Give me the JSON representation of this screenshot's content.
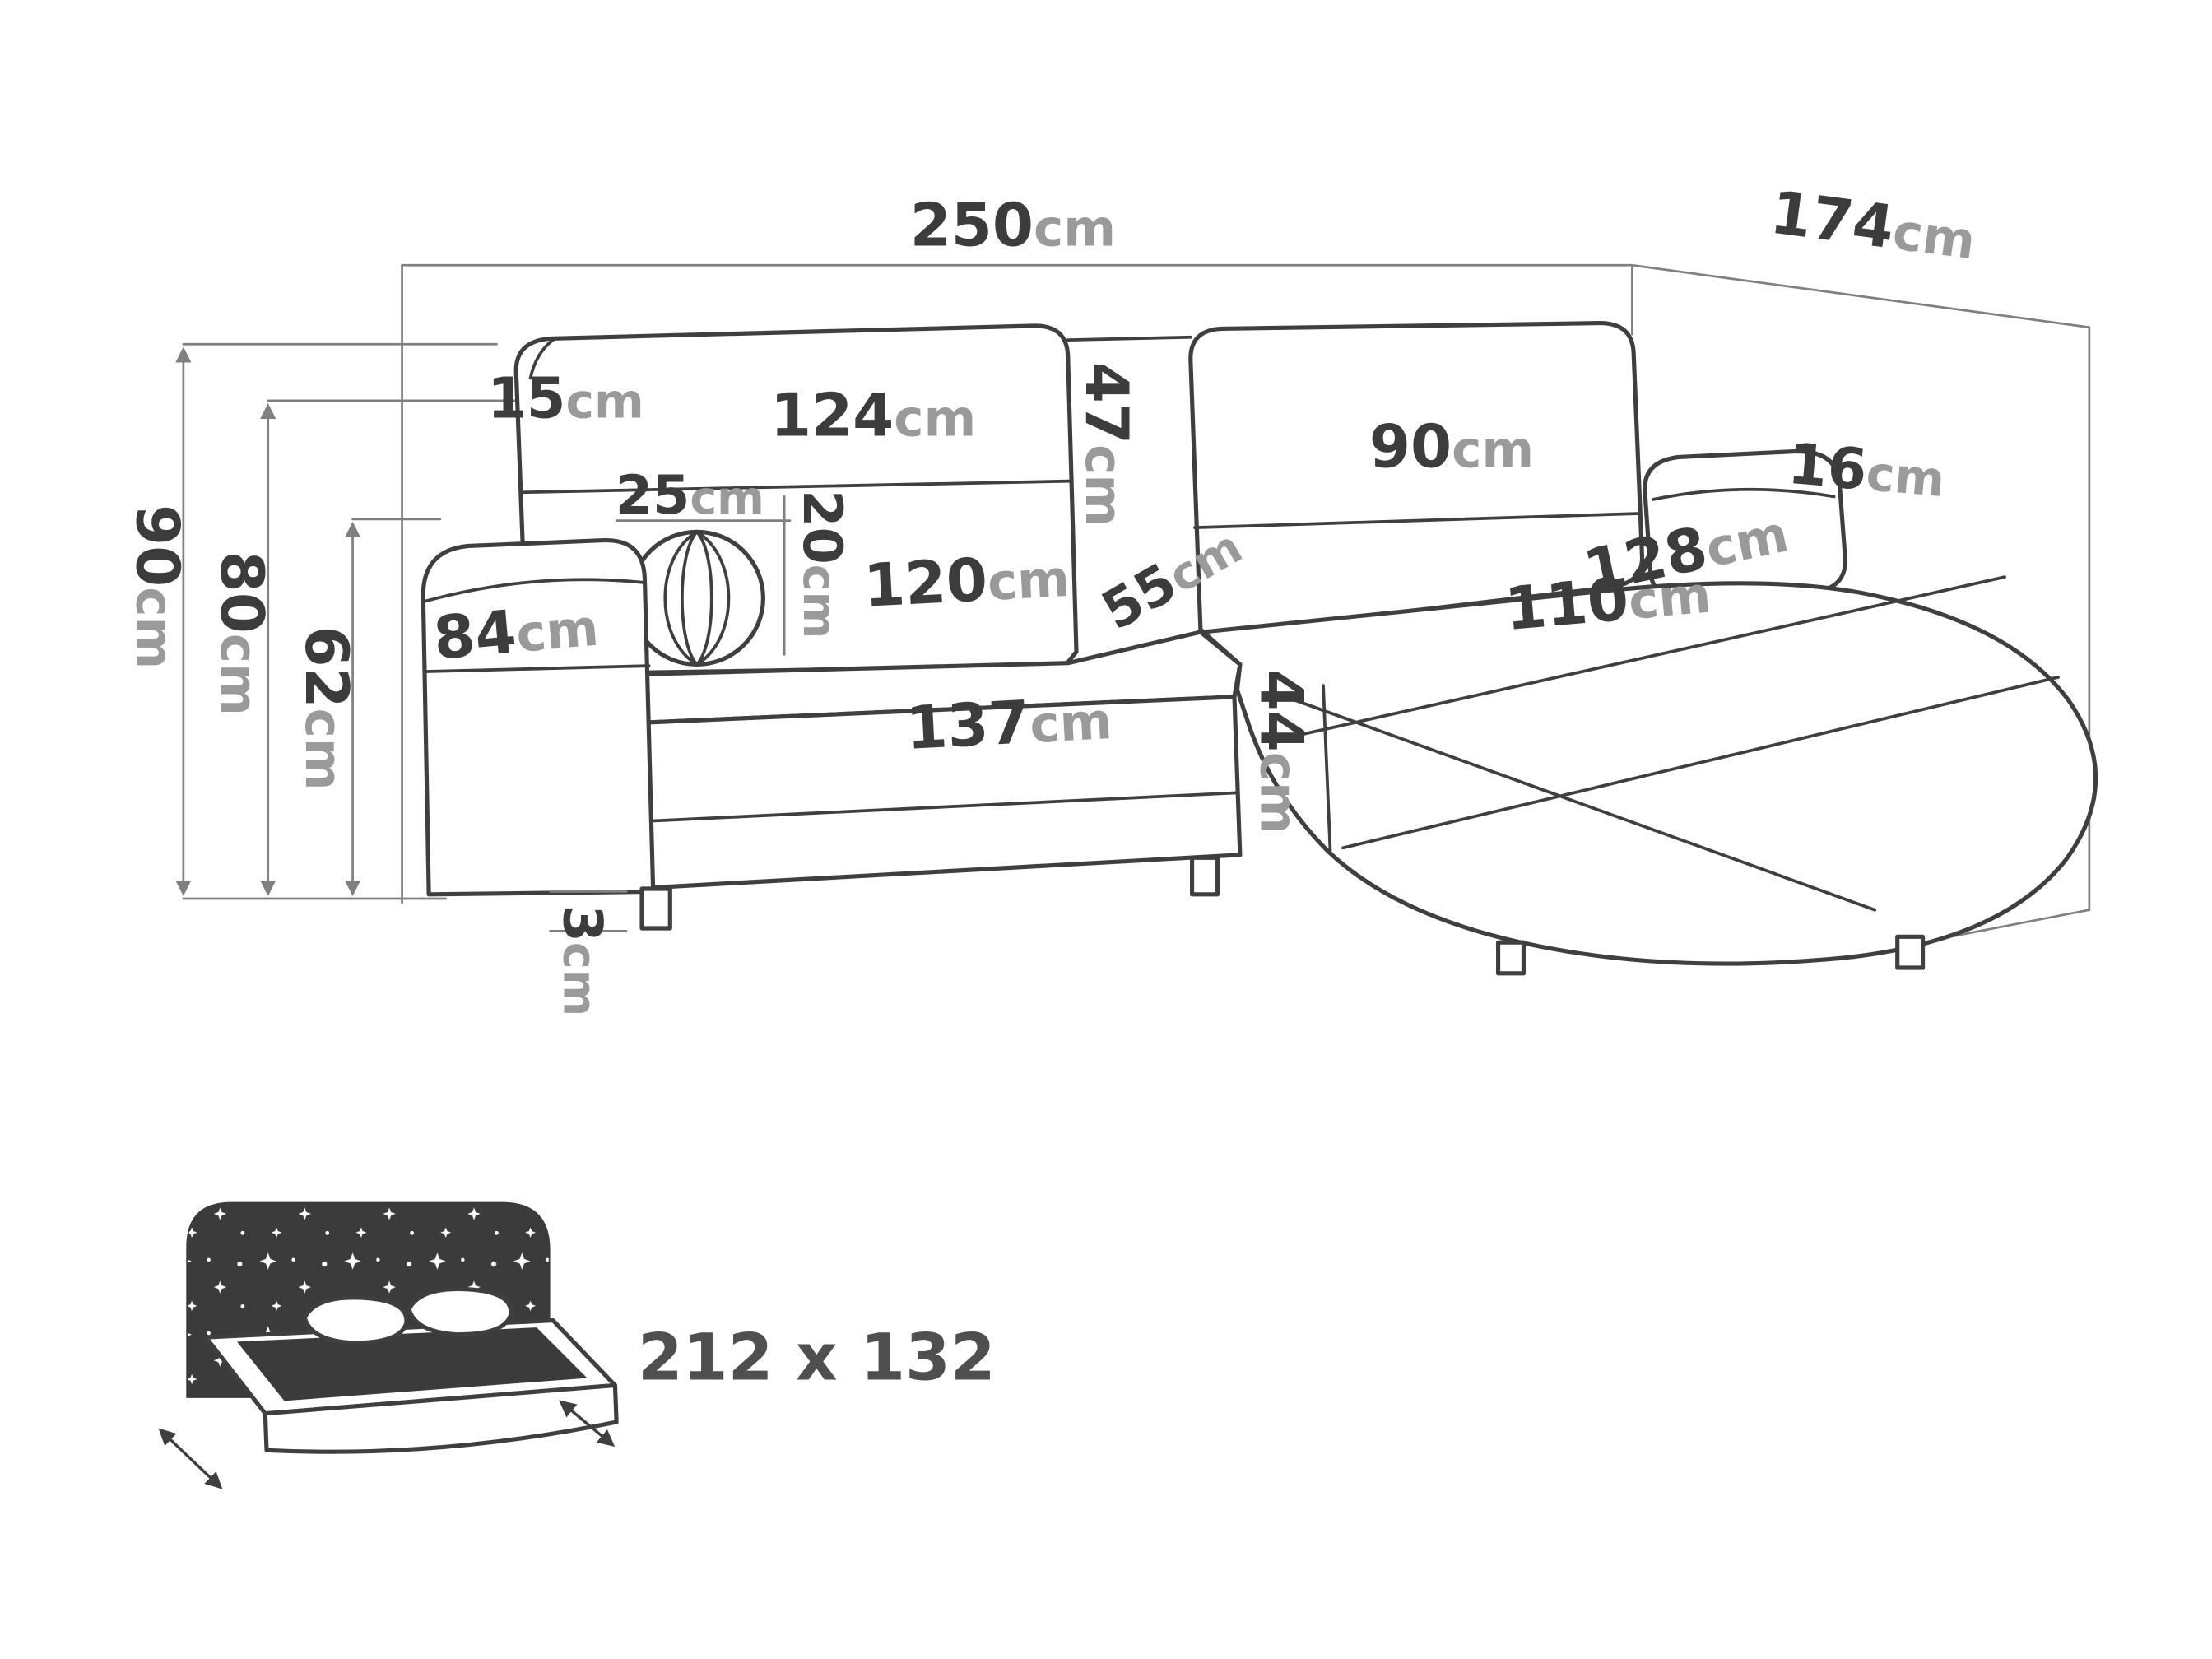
{
  "labels": {
    "total_width": {
      "value": "250",
      "unit": "cm"
    },
    "total_depth": {
      "value": "174",
      "unit": "cm"
    },
    "overall_height": {
      "value": "90",
      "unit": "cm"
    },
    "backrest_height": {
      "value": "80",
      "unit": "cm"
    },
    "armrest_height_floor": {
      "value": "62",
      "unit": "cm"
    },
    "backrest_top_depth": {
      "value": "15",
      "unit": "cm"
    },
    "back_cushion_left_width": {
      "value": "124",
      "unit": "cm"
    },
    "back_cushion_height": {
      "value": "47",
      "unit": "cm"
    },
    "back_cushion_right_width": {
      "value": "90",
      "unit": "cm"
    },
    "right_armrest_width": {
      "value": "16",
      "unit": "cm"
    },
    "pillow_width": {
      "value": "25",
      "unit": "cm"
    },
    "pillow_height": {
      "value": "20",
      "unit": "cm"
    },
    "seat_depth": {
      "value": "55",
      "unit": "cm"
    },
    "seat_width": {
      "value": "120",
      "unit": "cm"
    },
    "chaise_length": {
      "value": "128",
      "unit": "cm"
    },
    "chaise_width": {
      "value": "110",
      "unit": "cm"
    },
    "left_armrest_height": {
      "value": "84",
      "unit": "cm"
    },
    "seat_front_width": {
      "value": "137",
      "unit": "cm"
    },
    "seat_height": {
      "value": "44",
      "unit": "cm"
    },
    "leg_height": {
      "value": "3",
      "unit": "cm"
    }
  },
  "sleeping_area": {
    "text": "212 x 132"
  },
  "icons": {
    "bed_icon": "fold-out-bed-icon",
    "stars": "star-pattern"
  },
  "colors": {
    "outline": "#3f3f3f",
    "measure_line": "#808080",
    "number": "#3c3c3c",
    "unit": "#9a9a9a",
    "dark_fill": "#3b3b3b",
    "background": "#ffffff"
  }
}
